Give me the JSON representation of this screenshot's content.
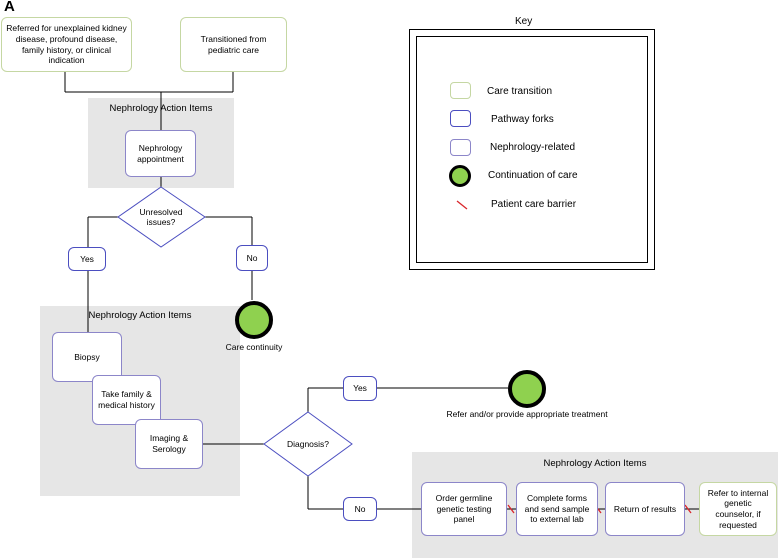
{
  "panel_letter": "A",
  "start_boxes": {
    "referred": "Referred for unexplained kidney disease, profound disease, family history, or clinical indication",
    "transitioned": "Transitioned from pediatric care"
  },
  "action_panel_1": {
    "title": "Nephrology Action Items",
    "appointment": "Nephrology appointment"
  },
  "decision_1": {
    "question": "Unresolved issues?",
    "yes": "Yes",
    "no": "No",
    "outcome": "Care continuity"
  },
  "action_panel_2": {
    "title": "Nephrology Action Items",
    "biopsy": "Biopsy",
    "history": "Take family & medical history",
    "imaging": "Imaging & Serology"
  },
  "decision_2": {
    "question": "Diagnosis?",
    "yes": "Yes",
    "no": "No",
    "outcome": "Refer and/or provide appropriate treatment"
  },
  "action_panel_3": {
    "title": "Nephrology Action Items",
    "order": "Order germline genetic testing panel",
    "complete": "Complete forms and send sample to external lab",
    "return": "Return of results",
    "refer": "Refer to internal genetic counselor, if requested"
  },
  "key": {
    "title": "Key",
    "items": [
      "Care transition",
      "Pathway forks",
      "Nephrology-related",
      "Continuation of care",
      "Patient care barrier"
    ]
  },
  "colors": {
    "care_transition_border": "#c5d7a3",
    "pathway_fork_border": "#4b4ec0",
    "nephrology_border": "#8c86c9",
    "continuation_fill": "#8fd14f",
    "barrier": "#d9262b",
    "panel_bg": "#e6e6e6"
  }
}
